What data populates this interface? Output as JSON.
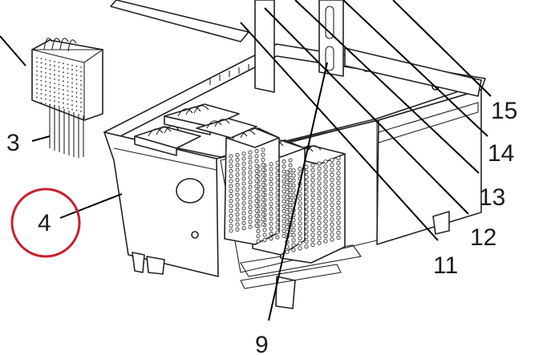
{
  "diagram": {
    "callouts": [
      {
        "id": "3",
        "label": "3"
      },
      {
        "id": "4",
        "label": "4"
      },
      {
        "id": "9",
        "label": "9"
      },
      {
        "id": "11",
        "label": "11"
      },
      {
        "id": "12",
        "label": "12"
      },
      {
        "id": "13",
        "label": "13"
      },
      {
        "id": "14",
        "label": "14"
      },
      {
        "id": "15",
        "label": "15"
      }
    ],
    "highlight": {
      "target": "4",
      "color": "#c8202f"
    },
    "colors": {
      "line": "#222222",
      "background": "#ffffff"
    }
  }
}
